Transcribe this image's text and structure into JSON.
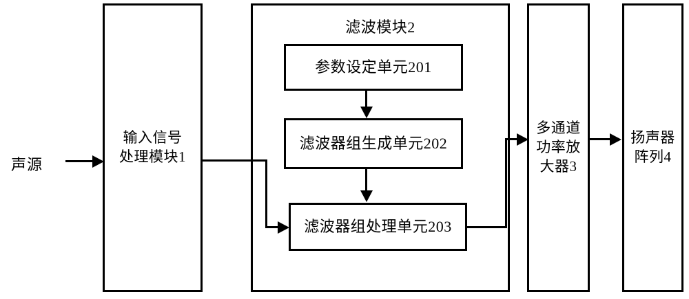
{
  "diagram": {
    "title_visible": false,
    "background_color": "#ffffff",
    "stroke_color": "#000000",
    "source_label": "声源",
    "blocks": [
      {
        "id": "input-signal-processing-module",
        "label": "输入信号\n处理模块1",
        "number": "1"
      },
      {
        "id": "filter-module",
        "label": "滤波模块2",
        "number": "2"
      },
      {
        "id": "multichannel-power-amplifier",
        "label": "多通道\n功率放\n大器3",
        "number": "3"
      },
      {
        "id": "loudspeaker-array",
        "label": "扬声器\n阵列4",
        "number": "4"
      }
    ],
    "filter_module_units": [
      {
        "id": "parameter-setting-unit",
        "label": "参数设定单元201",
        "number": "201"
      },
      {
        "id": "filter-bank-generation-unit",
        "label": "滤波器组生成单元202",
        "number": "202"
      },
      {
        "id": "filter-bank-processing-unit",
        "label": "滤波器组处理单元203",
        "number": "203"
      }
    ],
    "connections": [
      {
        "from": "声源",
        "to": "输入信号处理模块1"
      },
      {
        "from": "输入信号处理模块1",
        "to": "滤波器组处理单元203"
      },
      {
        "from": "参数设定单元201",
        "to": "滤波器组生成单元202"
      },
      {
        "from": "滤波器组生成单元202",
        "to": "滤波器组处理单元203"
      },
      {
        "from": "滤波器组处理单元203",
        "to": "多通道功率放大器3"
      },
      {
        "from": "多通道功率放大器3",
        "to": "扬声器阵列4"
      }
    ]
  }
}
